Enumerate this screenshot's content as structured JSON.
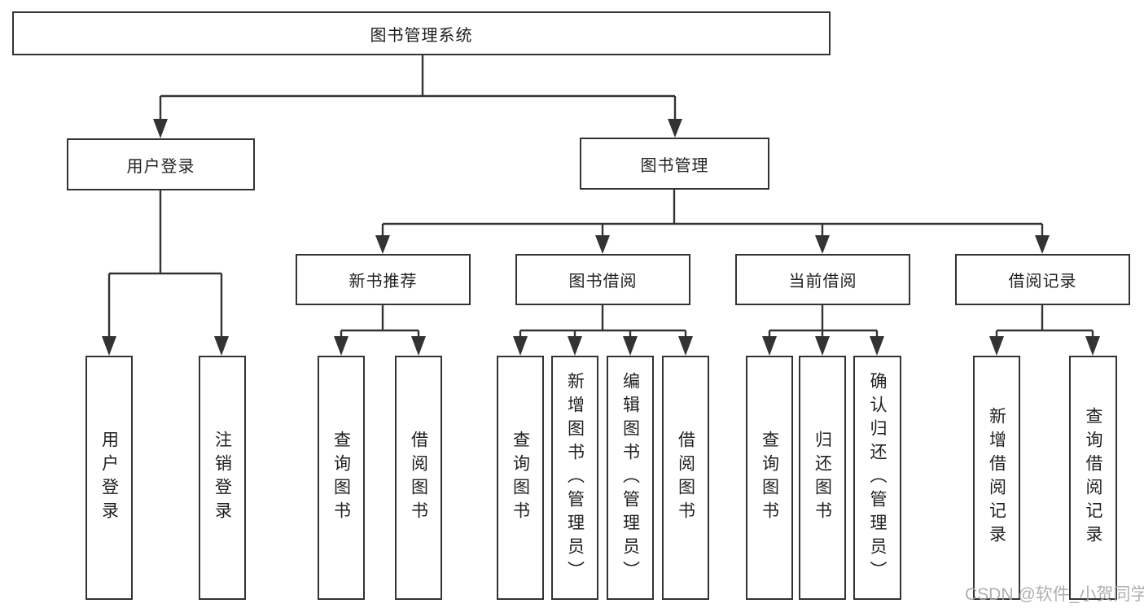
{
  "colors": {
    "line": "#333333",
    "box_border": "#333333",
    "text": "#1f1f1f",
    "background": "#ffffff",
    "watermark": "#a8a8a8"
  },
  "diagram": {
    "root": "图书管理系统",
    "level2": [
      {
        "label": "用户登录"
      },
      {
        "label": "图书管理"
      }
    ],
    "level3": [
      {
        "label": "新书推荐"
      },
      {
        "label": "图书借阅"
      },
      {
        "label": "当前借阅"
      },
      {
        "label": "借阅记录"
      }
    ],
    "leaves": {
      "user_login": [
        "用户登录",
        "注销登录"
      ],
      "new_book_recommend": [
        "查询图书",
        "借阅图书"
      ],
      "book_borrow": [
        "查询图书",
        "新增图书（管理员）",
        "编辑图书（管理员）",
        "借阅图书"
      ],
      "current_borrow": [
        "查询图书",
        "归还图书",
        "确认归还（管理员）"
      ],
      "borrow_record": [
        "新增借阅记录",
        "查询借阅记录"
      ]
    }
  },
  "watermark": {
    "text": "CSDN @软件_小贺同学"
  }
}
